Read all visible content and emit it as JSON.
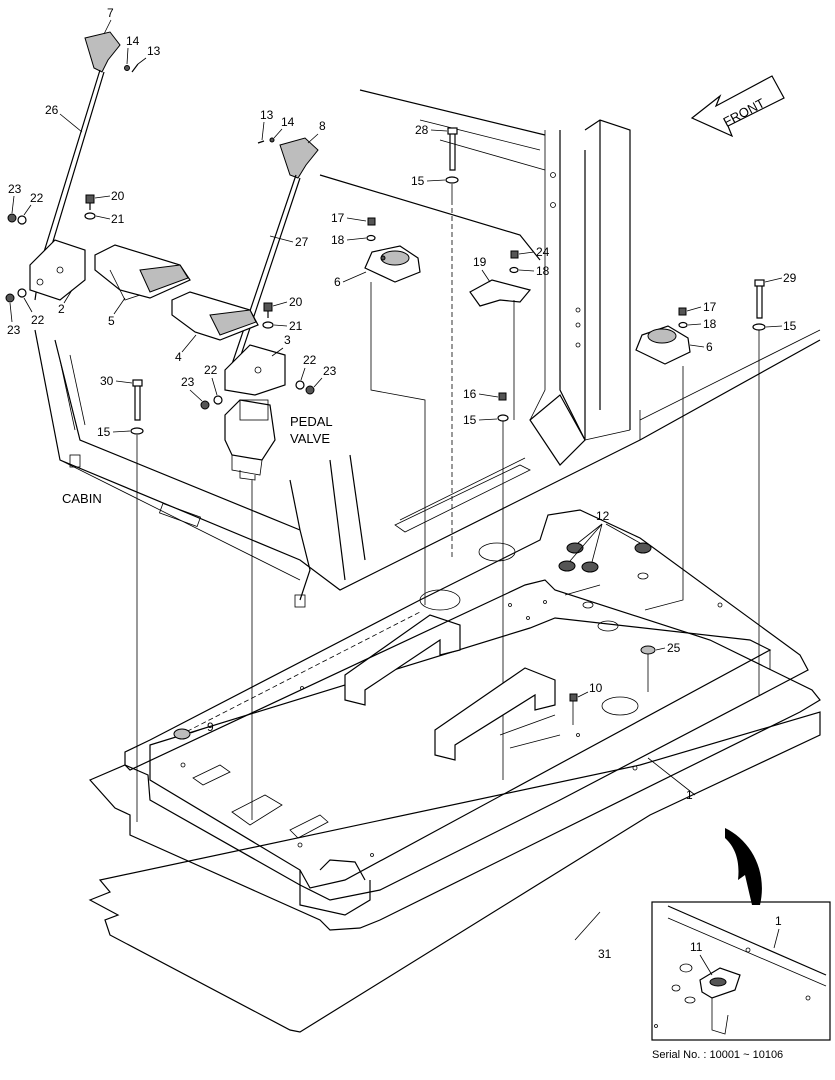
{
  "labels": {
    "front": "FRONT",
    "cabin": "CABIN",
    "pedal_valve_line1": "PEDAL",
    "pedal_valve_line2": "VALVE",
    "serial": "Serial No. : 10001 ~ 10106"
  },
  "callouts": {
    "c7": "7",
    "c14a": "14",
    "c13a": "13",
    "c26": "26",
    "c23a": "23",
    "c22a": "22",
    "c20a": "20",
    "c21a": "21",
    "c23b": "23",
    "c22b": "22",
    "c2": "2",
    "c5": "5",
    "c13b": "13",
    "c14b": "14",
    "c8": "8",
    "c27": "27",
    "c20b": "20",
    "c21b": "21",
    "c4": "4",
    "c3": "3",
    "c22c": "22",
    "c23c": "23",
    "c22d": "22",
    "c23d": "23",
    "c30": "30",
    "c15a": "15",
    "c28": "28",
    "c15b": "15",
    "c17a": "17",
    "c18a": "18",
    "c6a": "6",
    "c24": "24",
    "c18b": "18",
    "c19": "19",
    "c16": "16",
    "c15c": "15",
    "c29": "29",
    "c17b": "17",
    "c18c": "18",
    "c15d": "15",
    "c6b": "6",
    "c12": "12",
    "c25": "25",
    "c10": "10",
    "c9": "9",
    "c1a": "1",
    "c31": "31",
    "c1b": "1",
    "c11": "11"
  }
}
